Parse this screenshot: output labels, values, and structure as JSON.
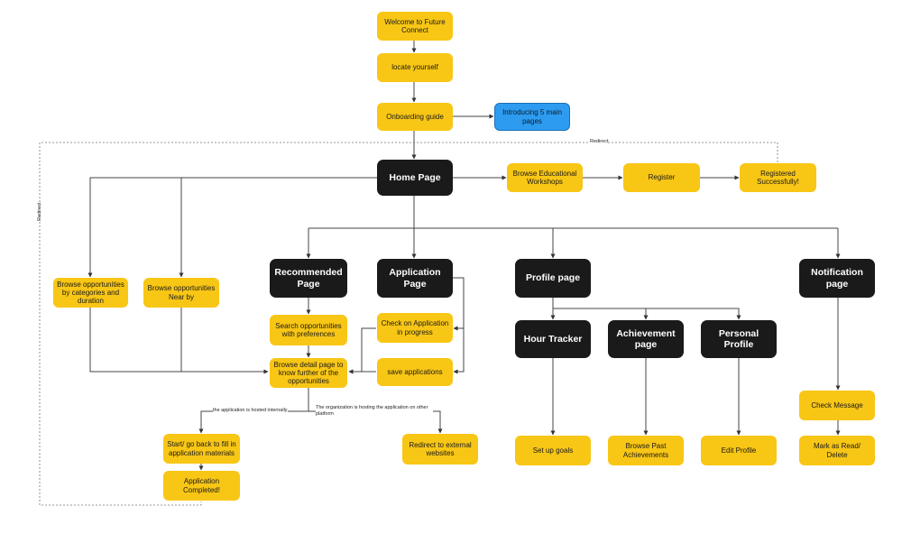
{
  "nodes": {
    "welcome": "Welcome to Future Connect",
    "locate": "locate yourself",
    "onboarding": "Onboarding guide",
    "introducing": "Introducing 5 main pages",
    "home": "Home Page",
    "browse_workshops": "Browse Educational Workshops",
    "register": "Register",
    "registered": "Registered Successfully!",
    "browse_categories": "Browse opportunities by categories and duration",
    "browse_near": "Browse opportunities Near by",
    "recommended": "Recommended Page",
    "application": "Application Page",
    "profile": "Profile page",
    "notification": "Notification page",
    "search_prefs": "Search opportunities with preferences",
    "check_application": "Check on Application in progress",
    "browse_detail": "Browse detail page to know further of the opportunities",
    "save_applications": "save applications",
    "hour_tracker": "Hour Tracker",
    "achievement": "Achievement page",
    "personal_profile": "Personal Profile",
    "check_message": "Check Message",
    "mark_read": "Mark as Read/ Delete",
    "start_fill": "Start/ go back to fill in application materials",
    "app_completed": "Application Completed!",
    "redirect_external": "Redirect to external websites",
    "set_goals": "Set up goals",
    "browse_past": "Browse Past Achievements",
    "edit_profile": "Edit Profile"
  },
  "edge_labels": {
    "redirect_top": "Redirect",
    "redirect_left": "Redirect",
    "hosted_internally": "the application is hosted internally",
    "hosted_other": "The organization is hosting the application on other platform"
  },
  "colors": {
    "yellow": "#f8c615",
    "black": "#1a1a1a",
    "blue": "#2d9cf0"
  }
}
